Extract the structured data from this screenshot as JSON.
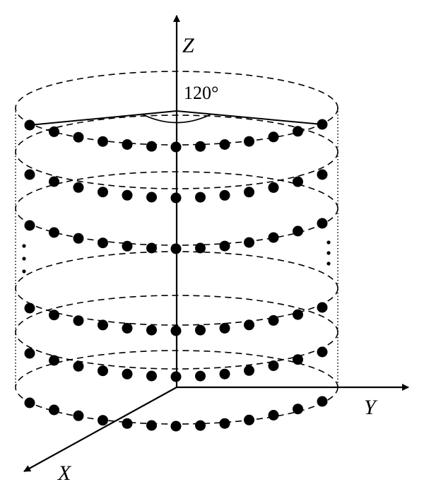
{
  "labels": {
    "z_axis": "Z",
    "y_axis": "Y",
    "x_axis": "X",
    "angle": "120°"
  },
  "colors": {
    "stroke": "#000000",
    "background": "#ffffff"
  }
}
